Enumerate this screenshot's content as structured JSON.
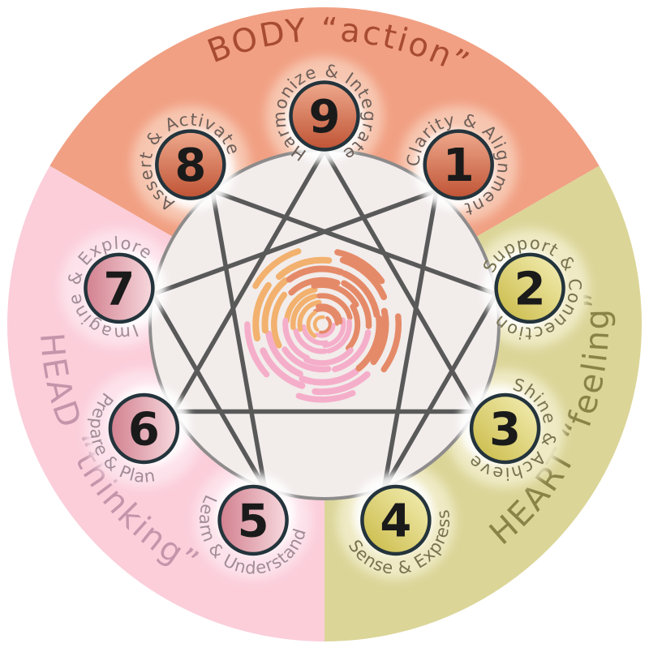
{
  "diagram": {
    "name": "Enneagram wheel",
    "background": "#FFFFFF",
    "inner_circle_fill": "#F2ECEB",
    "inner_circle_stroke": "#8D8B8B",
    "line_color": "#595959",
    "node_border_color": "#24343C",
    "number_color": "#1A1A1A"
  },
  "centers": [
    {
      "id": "body",
      "title": "BODY “action”",
      "sector_color": "#F1A083",
      "halo_color": "#F7C6B0",
      "title_color": "#A74B32",
      "label_color": "#6D5F59",
      "node_gradient": [
        "#EFA98D",
        "#BF5334"
      ],
      "theta_start": -60,
      "theta_end": 60,
      "title_theta": 3,
      "title_dir": "cw"
    },
    {
      "id": "heart",
      "title": "HEART “feeling”",
      "sector_color": "#DBD598",
      "halo_color": "#EFEAC4",
      "title_color": "#8A8347",
      "label_color": "#77724F",
      "node_gradient": [
        "#C8B843",
        "#F5F0B8"
      ],
      "theta_start": 60,
      "theta_end": 180,
      "title_theta": 112,
      "title_dir": "ccw"
    },
    {
      "id": "head",
      "title": "HEAD “thinking”",
      "sector_color": "#FBCEDA",
      "halo_color": "#FDE2EB",
      "title_color": "#C495AA",
      "label_color": "#A18C96",
      "node_gradient": [
        "#D2808F",
        "#F7D9DE"
      ],
      "theta_start": 180,
      "theta_end": 300,
      "title_theta": 238,
      "title_dir": "ccw"
    }
  ],
  "nodes": [
    {
      "number": "9",
      "label": "Harmonize & Integrate",
      "center": "body",
      "theta": 0,
      "label_dir": "cw"
    },
    {
      "number": "1",
      "label": "Clarity & Alignment",
      "center": "body",
      "theta": 40,
      "label_dir": "cw"
    },
    {
      "number": "2",
      "label": "Support & Connection",
      "center": "heart",
      "theta": 80,
      "label_dir": "cw"
    },
    {
      "number": "3",
      "label": "Shine & Achieve",
      "center": "heart",
      "theta": 120,
      "label_dir": "cw"
    },
    {
      "number": "4",
      "label": "Sense & Express",
      "center": "heart",
      "theta": 160,
      "label_dir": "ccw"
    },
    {
      "number": "5",
      "label": "Learn & Understand",
      "center": "head",
      "theta": 200,
      "label_dir": "ccw"
    },
    {
      "number": "6",
      "label": "Prepare & Plan",
      "center": "head",
      "theta": 240,
      "label_dir": "ccw"
    },
    {
      "number": "7",
      "label": "Imagine & Explore",
      "center": "head",
      "theta": 280,
      "label_dir": "cw"
    },
    {
      "number": "8",
      "label": "Assert & Activate",
      "center": "body",
      "theta": 320,
      "label_dir": "cw"
    }
  ],
  "connections": [
    [
      "9",
      "3"
    ],
    [
      "3",
      "6"
    ],
    [
      "6",
      "9"
    ],
    [
      "1",
      "4"
    ],
    [
      "4",
      "2"
    ],
    [
      "2",
      "8"
    ],
    [
      "8",
      "5"
    ],
    [
      "5",
      "7"
    ],
    [
      "7",
      "1"
    ]
  ],
  "swirl_colors": {
    "salmon": "#E58A68",
    "gold": "#F2B16E",
    "pink": "#F5AEC9"
  }
}
